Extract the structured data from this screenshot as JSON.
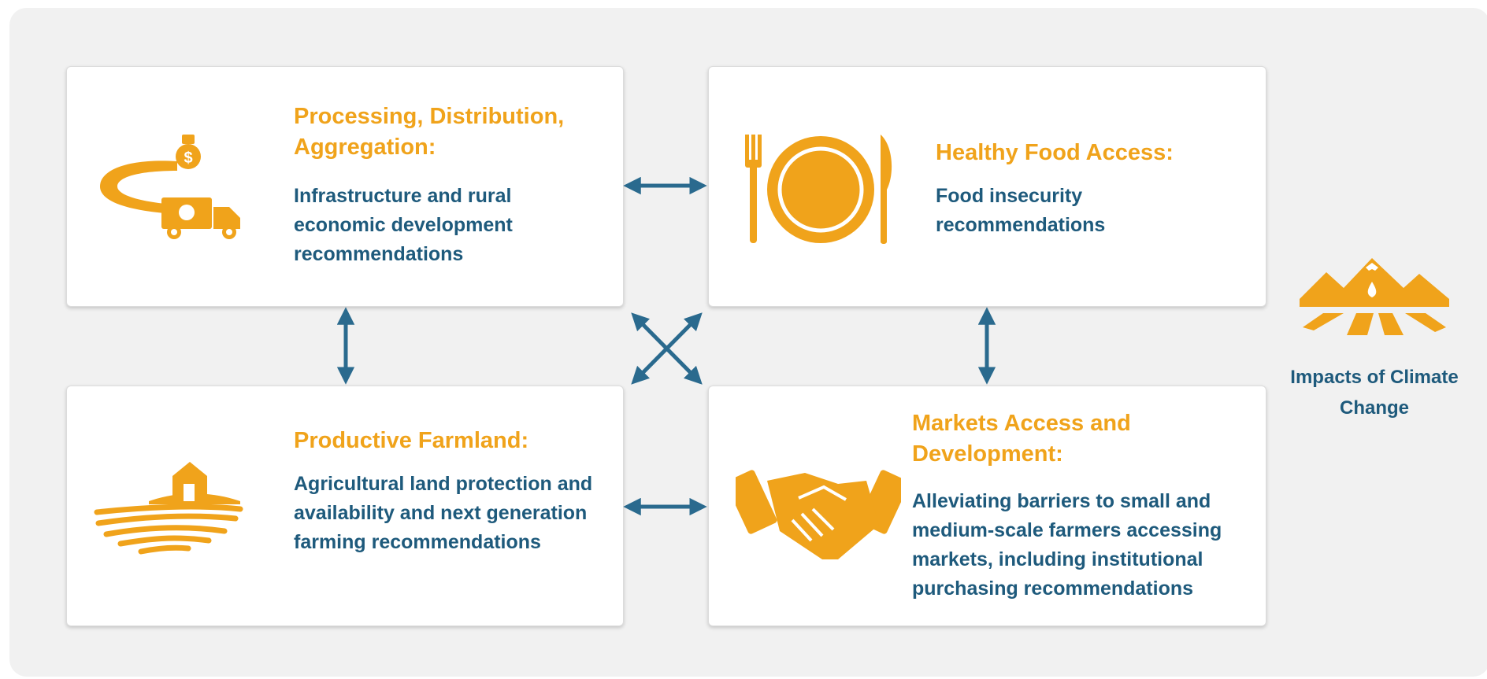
{
  "colors": {
    "accent": "#f0a31b",
    "text_blue": "#1e5a7c",
    "arrow_blue": "#2a6a8e",
    "panel_bg": "#f1f1f1",
    "card_bg": "#ffffff"
  },
  "cards": [
    {
      "id": "processing",
      "title": "Processing, Distribution, Aggregation:",
      "description": "Infrastructure and rural economic development recommendations",
      "icon": "delivery-truck-icon"
    },
    {
      "id": "healthy-food",
      "title": "Healthy Food Access:",
      "description": "Food insecurity recommendations",
      "icon": "plate-fork-knife-icon"
    },
    {
      "id": "farmland",
      "title": "Productive Farmland:",
      "description": "Agricultural land protection and availability and next generation farming recommendations",
      "icon": "farm-field-icon"
    },
    {
      "id": "markets",
      "title": "Markets Access and Development:",
      "description": "Alleviating barriers to small and medium-scale farmers accessing markets, including institutional purchasing recommendations",
      "icon": "handshake-icon"
    }
  ],
  "side": {
    "label": "Impacts of Climate Change",
    "icon": "mountain-climate-icon"
  }
}
